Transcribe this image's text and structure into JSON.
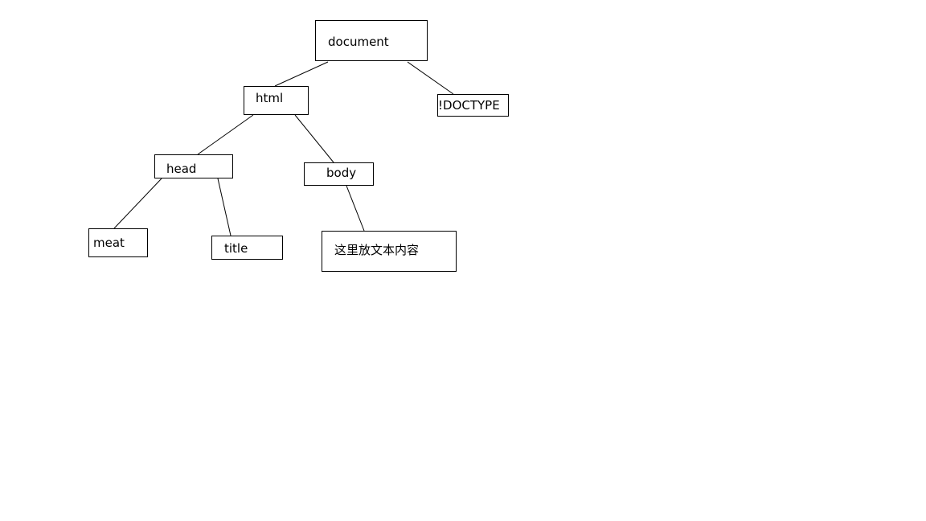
{
  "diagram": {
    "nodes": {
      "document": "document",
      "html": "html",
      "doctype": "!DOCTYPE",
      "head": "head",
      "body": "body",
      "meat": "meat",
      "title": "title",
      "content": "这里放文本内容"
    },
    "edges": [
      [
        "document",
        "html"
      ],
      [
        "document",
        "doctype"
      ],
      [
        "html",
        "head"
      ],
      [
        "html",
        "body"
      ],
      [
        "head",
        "meat"
      ],
      [
        "head",
        "title"
      ],
      [
        "body",
        "content"
      ]
    ]
  }
}
